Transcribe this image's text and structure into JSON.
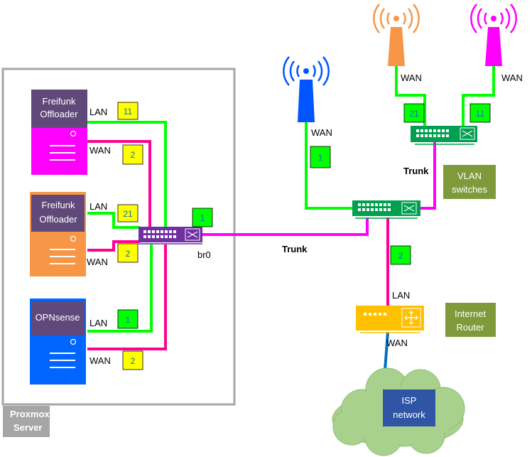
{
  "colors": {
    "green": "#00ff00",
    "pink": "#ff00aa",
    "magenta": "#ff00ff",
    "orange": "#f79646",
    "blue": "#0055ff",
    "purple": "#7030a0",
    "switch_green": "#00a050",
    "router_yellow": "#ffc000",
    "tag_yellow": "#ffff00",
    "tag_green": "#00ff00",
    "olive": "#7f9a3a",
    "cloud": "#a9d18e",
    "label_purple": "#60497a",
    "isp_blue": "#2f55a4"
  },
  "proxmox": {
    "label_line1": "Proxmox",
    "label_line2": "Server"
  },
  "offloader1": {
    "label_line1": "Freifunk",
    "label_line2": "Offloader",
    "lan": "LAN",
    "wan": "WAN",
    "lan_vlan": "11",
    "wan_vlan": "2"
  },
  "offloader2": {
    "label_line1": "Freifunk",
    "label_line2": "Offloader",
    "lan": "LAN",
    "wan": "WAN",
    "lan_vlan": "21",
    "wan_vlan": "2"
  },
  "opnsense": {
    "label": "OPNsense",
    "lan": "LAN",
    "wan": "WAN",
    "lan_vlan": "1",
    "wan_vlan": "2"
  },
  "bridge": {
    "label": "br0",
    "vlan": "1"
  },
  "trunk_main": "Trunk",
  "trunk_upper": "Trunk",
  "blue_ap": {
    "wan": "WAN",
    "vlan": "1"
  },
  "orange_ap": {
    "wan": "WAN",
    "vlan": "21"
  },
  "magenta_ap": {
    "wan": "WAN",
    "vlan": "11"
  },
  "vlan_switches": {
    "line1": "VLAN",
    "line2": "switches"
  },
  "router": {
    "lan": "LAN",
    "wan": "WAN",
    "vlan": "2"
  },
  "internet_router": {
    "line1": "Internet",
    "line2": "Router"
  },
  "isp": {
    "line1": "ISP",
    "line2": "network"
  }
}
